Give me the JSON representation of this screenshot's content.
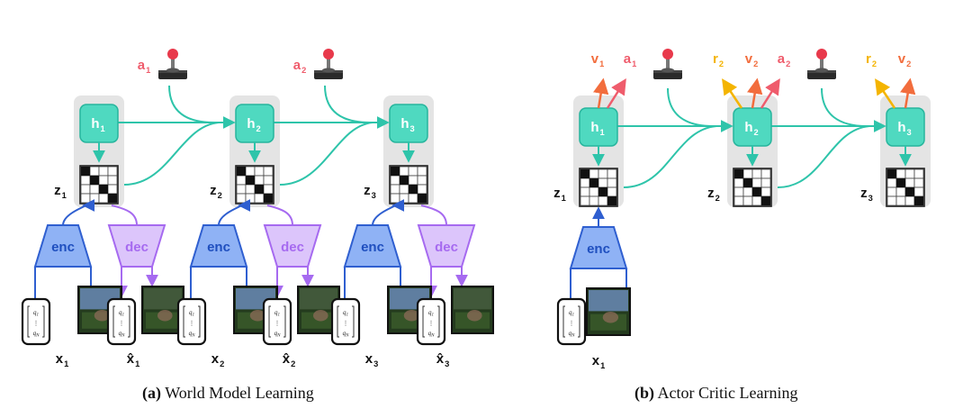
{
  "panel_a": {
    "caption_tag": "(a)",
    "caption_text": "World Model Learning",
    "steps": [
      {
        "h": "h",
        "h_sub": "1",
        "z": "z",
        "z_sub": "1",
        "x": "x",
        "x_sub": "1",
        "xhat_sub": "1",
        "enc": "enc",
        "dec": "dec",
        "grid": [
          0,
          1,
          2,
          3,
          0
        ]
      },
      {
        "h": "h",
        "h_sub": "2",
        "z": "z",
        "z_sub": "2",
        "x": "x",
        "x_sub": "2",
        "xhat_sub": "2",
        "enc": "enc",
        "dec": "dec",
        "grid": [
          1,
          3,
          0,
          2,
          1
        ]
      },
      {
        "h": "h",
        "h_sub": "3",
        "z": "z",
        "z_sub": "3",
        "x": "x",
        "x_sub": "3",
        "xhat_sub": "3",
        "enc": "enc",
        "dec": "dec",
        "grid": [
          0,
          1,
          2,
          3,
          3
        ]
      }
    ],
    "actions": [
      {
        "label": "a",
        "sub": "1"
      },
      {
        "label": "a",
        "sub": "2"
      }
    ]
  },
  "panel_b": {
    "caption_tag": "(b)",
    "caption_text": "Actor Critic Learning",
    "steps": [
      {
        "h": "h",
        "h_sub": "1",
        "z": "z",
        "z_sub": "1",
        "grid": [
          0,
          1,
          2,
          3,
          3
        ],
        "outputs": [
          {
            "label": "v",
            "sub": "1",
            "kind": "v"
          },
          {
            "label": "a",
            "sub": "1",
            "kind": "a"
          }
        ]
      },
      {
        "h": "h",
        "h_sub": "2",
        "z": "z",
        "z_sub": "2",
        "grid": [
          1,
          3,
          0,
          2,
          1
        ],
        "outputs": [
          {
            "label": "r",
            "sub": "2",
            "kind": "r"
          },
          {
            "label": "v",
            "sub": "2",
            "kind": "v"
          },
          {
            "label": "a",
            "sub": "2",
            "kind": "a"
          }
        ]
      },
      {
        "h": "h",
        "h_sub": "3",
        "z": "z",
        "z_sub": "3",
        "grid": [
          0,
          1,
          2,
          3,
          3
        ],
        "outputs": [
          {
            "label": "r",
            "sub": "2",
            "kind": "r"
          },
          {
            "label": "v",
            "sub": "2",
            "kind": "v"
          }
        ]
      }
    ],
    "enc": "enc",
    "x": "x",
    "x_sub": "1"
  },
  "vector_symbols": {
    "top": "q",
    "top_sub": "1",
    "dots": "⋮",
    "bottom": "q",
    "bottom_sub": "N"
  },
  "colors": {
    "teal": "#4fd9c0",
    "teal_dark": "#27b59d",
    "teal_line": "#2ec4aa",
    "enc_fill": "#8fb2f5",
    "enc_stroke": "#2f5fd0",
    "enc_text": "#1f4fbf",
    "dec_fill": "#dcc5fb",
    "dec_stroke": "#a66af0",
    "dec_text": "#a66af0",
    "gray_panel": "#e4e4e4",
    "action_red": "#ef5c6c",
    "value_orange": "#f26d3d",
    "reward_yellow": "#f4b400"
  }
}
